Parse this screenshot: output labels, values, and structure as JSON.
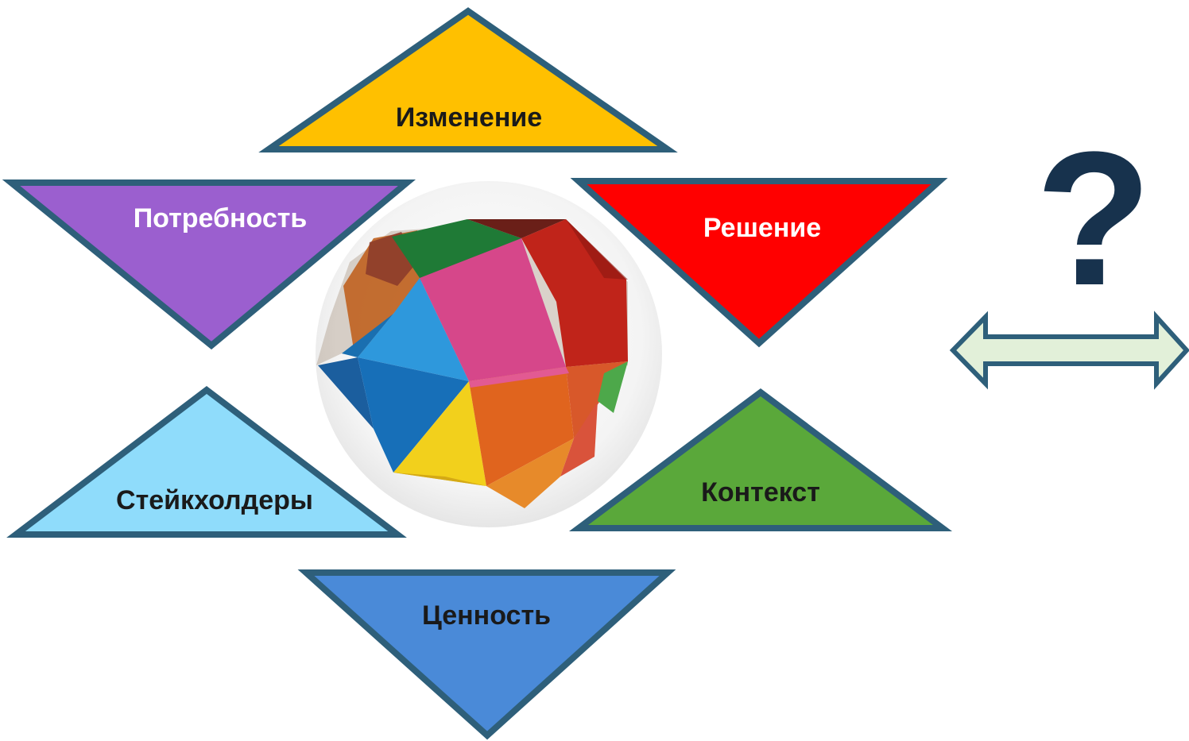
{
  "diagram": {
    "center_image": "colorful-origami-polyhedron",
    "border_color": "#2e5f7a",
    "triangles": [
      {
        "id": "change",
        "label": "Изменение",
        "fill": "#ffc000",
        "text_color": "#1a1a1a",
        "direction": "up"
      },
      {
        "id": "need",
        "label": "Потребность",
        "fill": "#9b5fcf",
        "text_color": "#ffffff",
        "direction": "down"
      },
      {
        "id": "solution",
        "label": "Решение",
        "fill": "#ff0000",
        "text_color": "#ffffff",
        "direction": "down"
      },
      {
        "id": "stakeholders",
        "label": "Стейкхолдеры",
        "fill": "#8fdcfb",
        "text_color": "#1a1a1a",
        "direction": "up"
      },
      {
        "id": "context",
        "label": "Контекст",
        "fill": "#5aa83a",
        "text_color": "#1a1a1a",
        "direction": "up"
      },
      {
        "id": "value",
        "label": "Ценность",
        "fill": "#4a8ad8",
        "text_color": "#1a1a1a",
        "direction": "down"
      }
    ],
    "question_mark": "?",
    "question_color": "#17324d",
    "arrow": {
      "type": "double-headed-arrow",
      "fill": "#e2f0d9",
      "stroke": "#2e5f7a"
    }
  }
}
